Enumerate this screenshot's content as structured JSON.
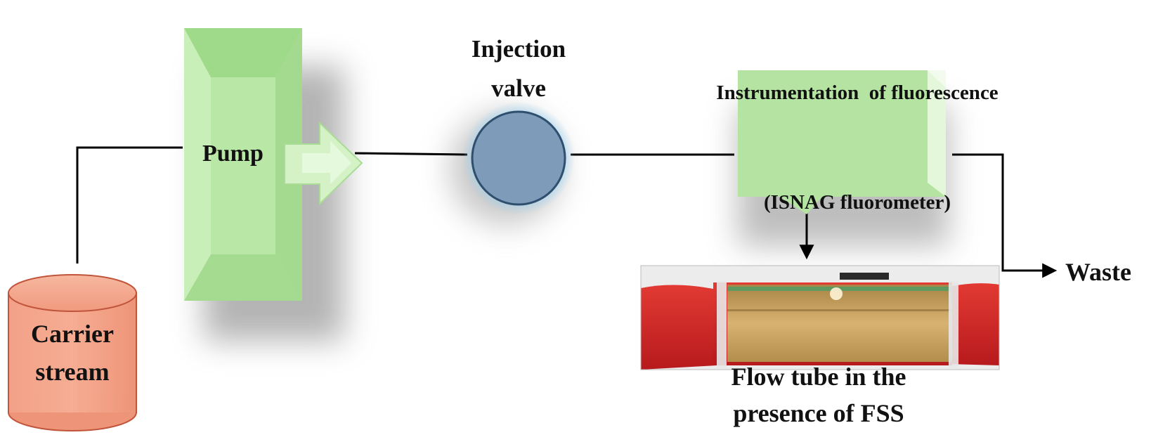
{
  "diagram": {
    "carrier": {
      "line1": "Carrier",
      "line2": "stream"
    },
    "pump": {
      "label": "Pump"
    },
    "injection_valve": {
      "line1": "Injection",
      "line2": "valve"
    },
    "instrument": {
      "line1": "Instrumentation  of fluorescence",
      "line2": "(ISNAG fluorometer)"
    },
    "flow_tube": {
      "line1": "Flow tube in the",
      "line2": "presence of FSS"
    },
    "waste": {
      "label": "Waste"
    },
    "colors": {
      "pump_green": "#b9e6a8",
      "instrument_green": "#b5e3a2",
      "arrow_green": "#d4f2c6",
      "valve_fill": "#7d9ab8",
      "valve_glow": "#9fd3f2",
      "carrier_fill": "#f3a58a",
      "carrier_stroke": "#c0553b",
      "line": "#000000",
      "photo_red": "#d52424",
      "photo_gold": "#c9a05a"
    }
  }
}
